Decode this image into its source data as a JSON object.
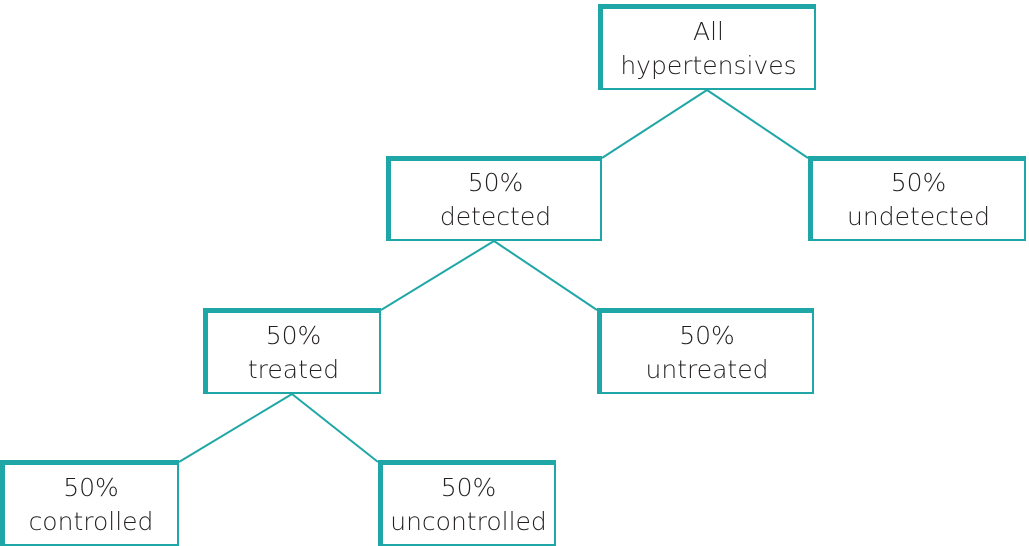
{
  "diagram": {
    "accent_color": "#1fa6a6",
    "text_color": "#231f20",
    "nodes": {
      "all": {
        "line1": "All",
        "line2": "hypertensives"
      },
      "detected": {
        "line1": "50%",
        "line2": "detected"
      },
      "undetected": {
        "line1": "50%",
        "line2": "undetected"
      },
      "treated": {
        "line1": "50%",
        "line2": "treated"
      },
      "untreated": {
        "line1": "50%",
        "line2": "untreated"
      },
      "controlled": {
        "line1": "50%",
        "line2": "controlled"
      },
      "uncontrolled": {
        "line1": "50%",
        "line2": "uncontrolled"
      }
    },
    "edges": [
      {
        "from": "all",
        "to": "detected"
      },
      {
        "from": "all",
        "to": "undetected"
      },
      {
        "from": "detected",
        "to": "treated"
      },
      {
        "from": "detected",
        "to": "untreated"
      },
      {
        "from": "treated",
        "to": "controlled"
      },
      {
        "from": "treated",
        "to": "uncontrolled"
      }
    ]
  }
}
